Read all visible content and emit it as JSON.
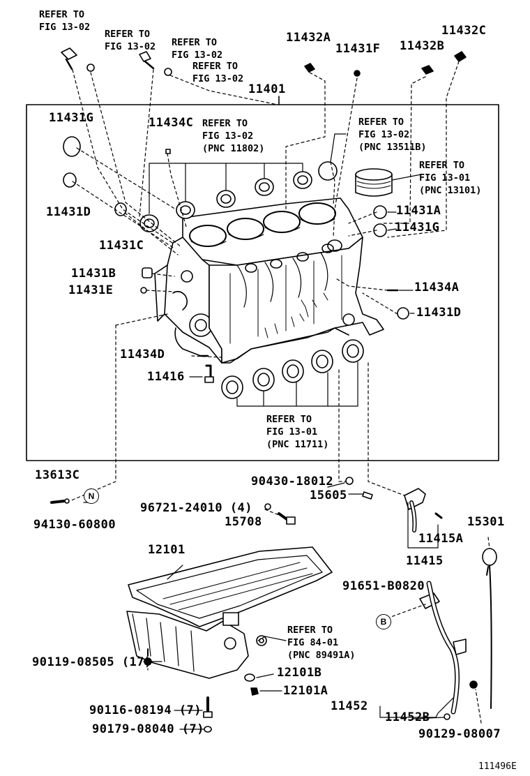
{
  "figure_id": "111496E",
  "refer": {
    "r1": "REFER TO\nFIG 13-02",
    "r2": "REFER TO\nFIG 13-02",
    "r3": "REFER TO\nFIG 13-02",
    "r4": "REFER TO\nFIG 13-02",
    "r5": "REFER TO\nFIG 13-02\n(PNC 11802)",
    "r6": "REFER TO\nFIG 13-02\n(PNC 13511B)",
    "r7": "REFER TO\nFIG 13-01\n(PNC 13101)",
    "r8": "REFER TO\nFIG 13-01\n(PNC 11711)",
    "r9": "REFER TO\nFIG 84-01\n(PNC 89491A)"
  },
  "parts": {
    "p11432A": "11432A",
    "p11431F": "11431F",
    "p11432B": "11432B",
    "p11432C": "11432C",
    "p11401": "11401",
    "p11431G_top": "11431G",
    "p11434C": "11434C",
    "p11431D_left": "11431D",
    "p11431C": "11431C",
    "p11431B": "11431B",
    "p11431E": "11431E",
    "p11431A": "11431A",
    "p11431G_right": "11431G",
    "p11434A": "11434A",
    "p11431D_right": "11431D",
    "p11434D": "11434D",
    "p11416": "11416",
    "p13613C": "13613C",
    "p94130": "94130-60800",
    "p90430": "90430-18012",
    "p15605": "15605",
    "p96721": "96721-24010 (4)",
    "p15708": "15708",
    "p11415A": "11415A",
    "p11415": "11415",
    "p15301": "15301",
    "p12101": "12101",
    "p91651": "91651-B0820",
    "p90119": "90119-08505 (17)",
    "p12101B": "12101B",
    "p12101A": "12101A",
    "p11452": "11452",
    "p11452B": "11452B",
    "p90116": "90116-08194 (7)",
    "p90179": "90179-08040 (7)",
    "p90129": "90129-08007"
  },
  "circle_markers": {
    "n": "N",
    "b": "B"
  }
}
